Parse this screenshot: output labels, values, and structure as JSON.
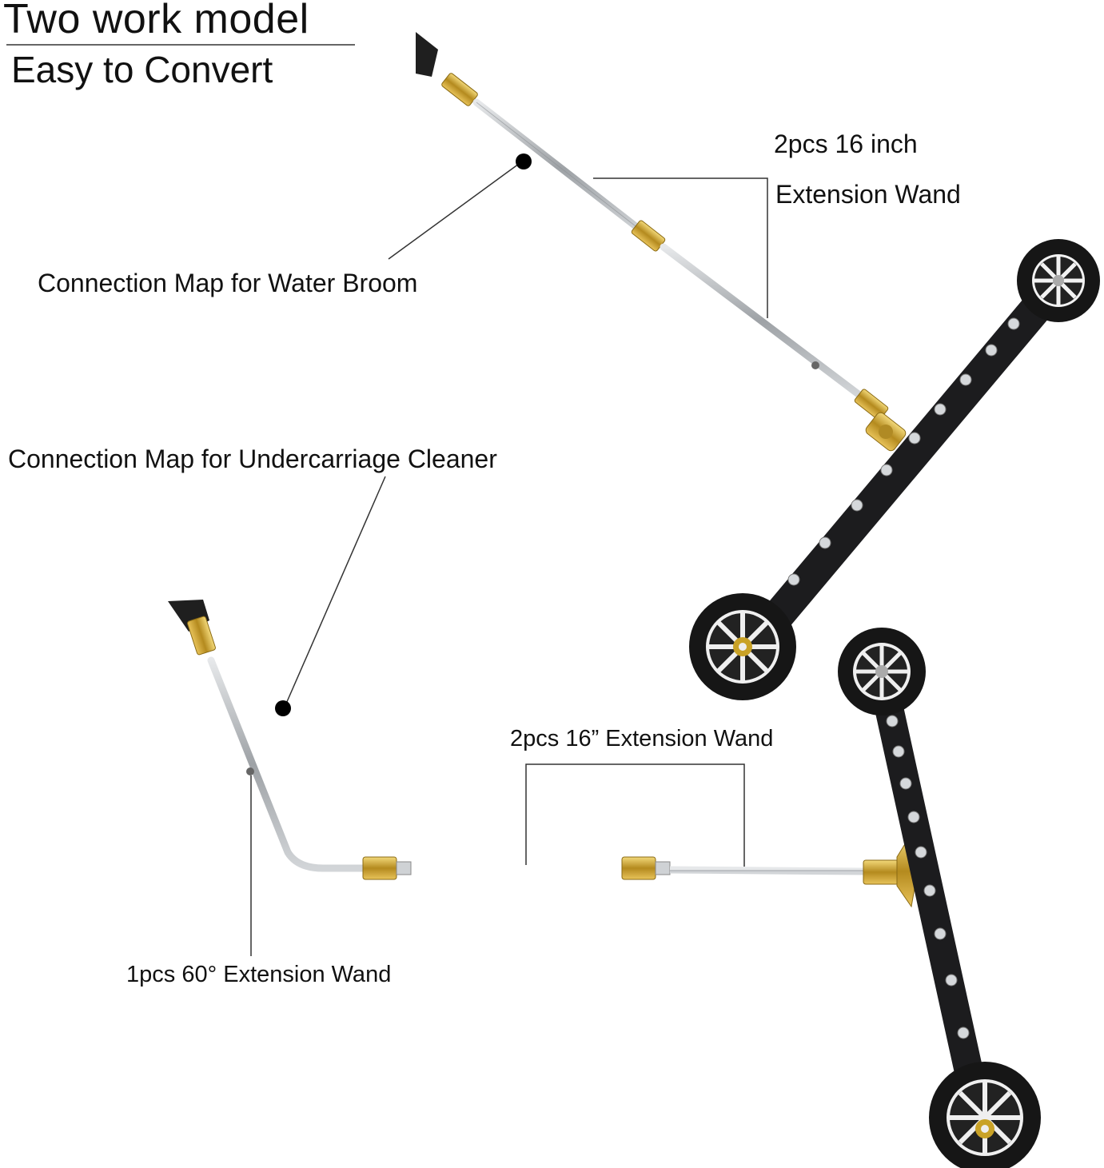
{
  "header": {
    "title": "Two work model",
    "subtitle": "Easy to Convert"
  },
  "callouts": {
    "wand_top": "2pcs 16 inch",
    "wand_top_line2": "Extension Wand",
    "water_broom": "Connection Map for Water Broom",
    "undercarriage": "Connection Map for Undercarriage Cleaner",
    "wand_bottom": "2pcs 16” Extension Wand",
    "wand_60": "1pcs 60° Extension Wand"
  },
  "colors": {
    "brass": "#c9a227",
    "steel": "#b9bcc0",
    "black": "#1c1c1e",
    "line": "#333333"
  }
}
